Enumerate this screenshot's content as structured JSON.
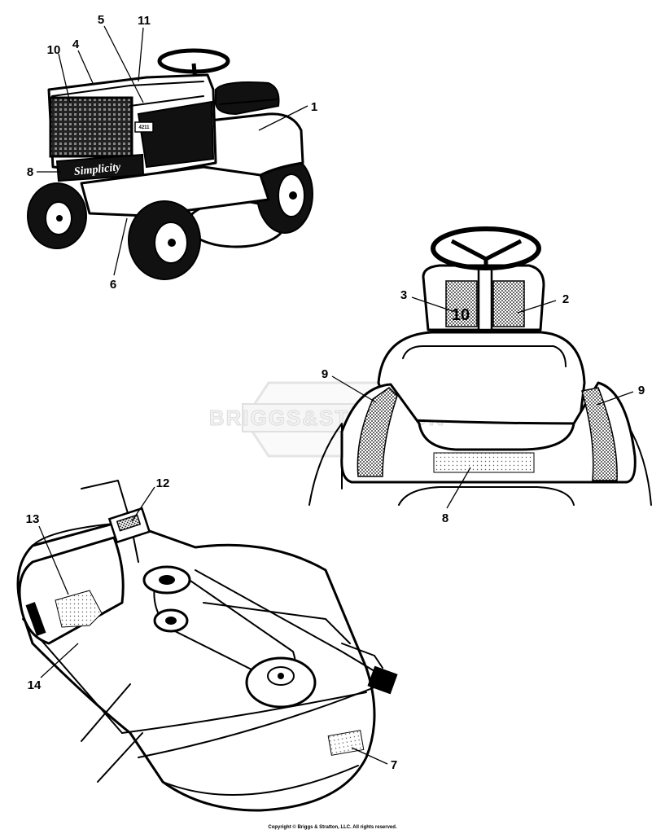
{
  "watermark": {
    "text": "BRIGGS&STRATTON"
  },
  "decals": {
    "brand": "Simplicity",
    "model": "4211",
    "dash_number": "10"
  },
  "callouts": {
    "c1": "1",
    "c2": "2",
    "c3": "3",
    "c4": "4",
    "c5": "5",
    "c6": "6",
    "c7": "7",
    "c8_tractor": "8",
    "c8_seat": "8",
    "c9_left": "9",
    "c9_right": "9",
    "c10": "10",
    "c11": "11",
    "c12": "12",
    "c13": "13",
    "c14": "14"
  },
  "footer": {
    "copyright": "Copyright © Briggs & Stratton, LLC. All rights reserved."
  }
}
